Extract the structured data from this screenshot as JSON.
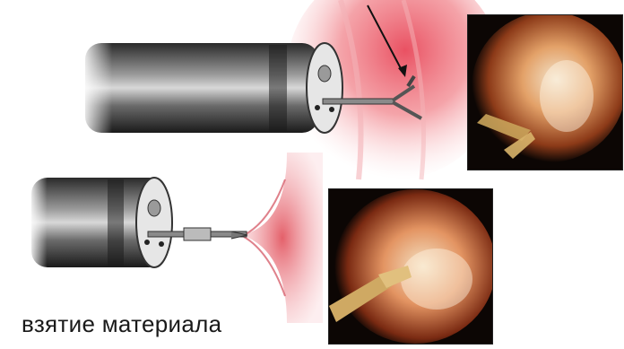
{
  "caption": "взятие материала",
  "colors": {
    "tissue": "#e8606a",
    "scope_dark": "#1e1e1e",
    "scope_light": "#d9d9d9",
    "photo_bg": "#0c0604",
    "text": "#1a1a1a"
  },
  "icons": [
    "endoscope-illustration",
    "biopsy-forceps",
    "pointer-arrow"
  ]
}
